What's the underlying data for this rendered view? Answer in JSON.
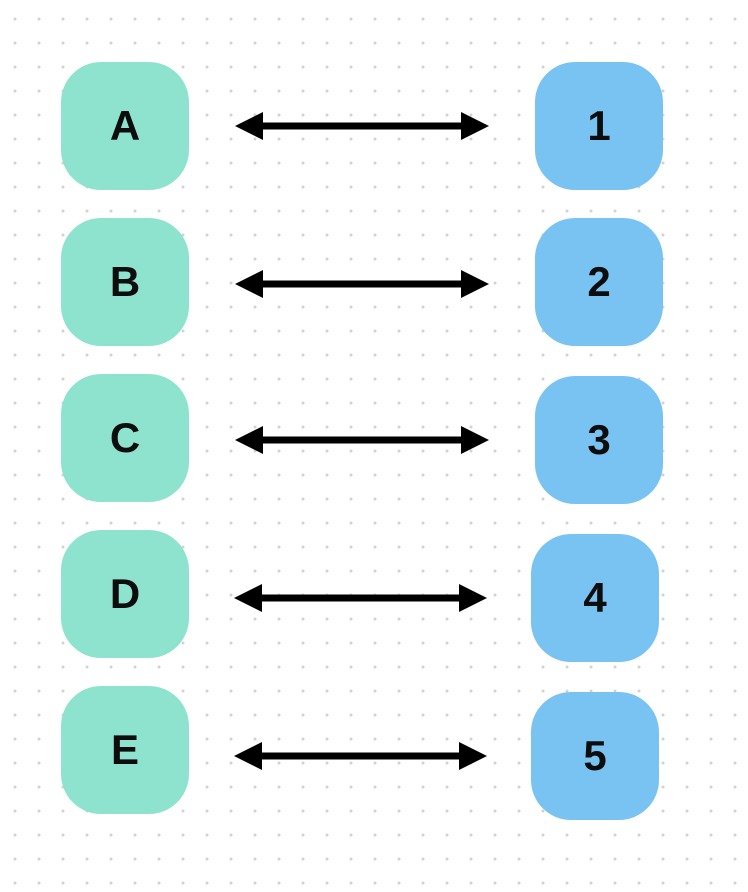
{
  "colors": {
    "left_fill": "#8ee3cf",
    "right_fill": "#79c3f3",
    "arrow": "#000000",
    "dots": "#d2d2d2",
    "background": "#ffffff"
  },
  "pairs": [
    {
      "left": "A",
      "right": "1",
      "connector": "double-headed-arrow"
    },
    {
      "left": "B",
      "right": "2",
      "connector": "double-headed-arrow"
    },
    {
      "left": "C",
      "right": "3",
      "connector": "double-headed-arrow"
    },
    {
      "left": "D",
      "right": "4",
      "connector": "double-headed-arrow"
    },
    {
      "left": "E",
      "right": "5",
      "connector": "double-headed-arrow"
    }
  ]
}
